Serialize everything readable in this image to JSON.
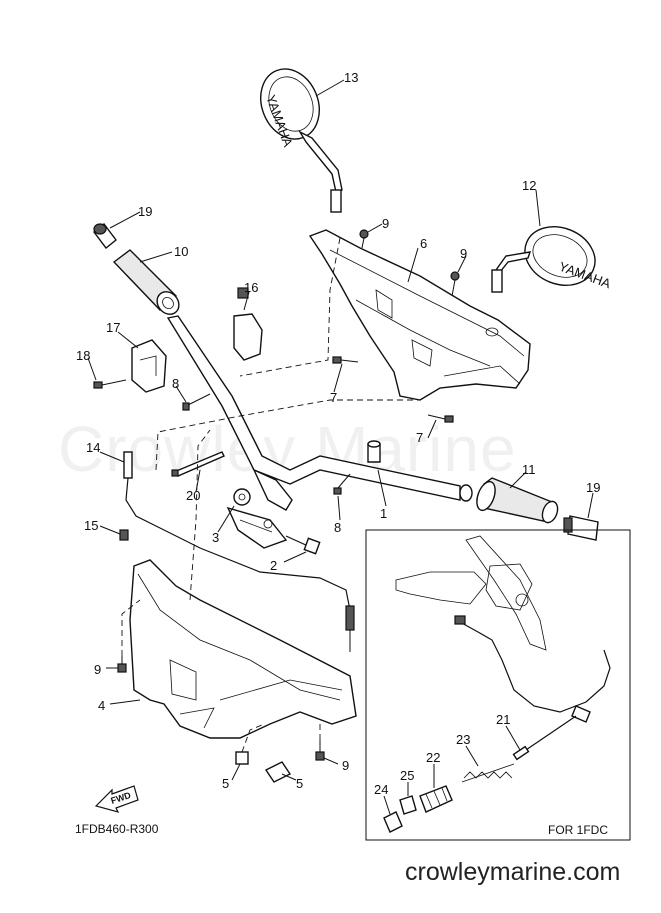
{
  "diagram": {
    "callouts": {
      "c1": "1",
      "c2": "2",
      "c3": "3",
      "c4": "4",
      "c5a": "5",
      "c5b": "5",
      "c6": "6",
      "c7a": "7",
      "c7b": "7",
      "c8a": "8",
      "c8b": "8",
      "c9a": "9",
      "c9b": "9",
      "c9c": "9",
      "c9d": "9",
      "c10": "10",
      "c11": "11",
      "c12": "12",
      "c13": "13",
      "c14": "14",
      "c15": "15",
      "c16": "16",
      "c17": "17",
      "c18": "18",
      "c19a": "19",
      "c19b": "19",
      "c20": "20",
      "c21": "21",
      "c22": "22",
      "c23": "23",
      "c24": "24",
      "c25": "25"
    },
    "fwd_label": "FWD",
    "drawing_code": "1FDB460-R300",
    "variant_note": "FOR 1FDC",
    "mirror_brand": "YAMAHA",
    "watermark": "Crowley Marine",
    "site_url": "crowleymarine.com"
  }
}
